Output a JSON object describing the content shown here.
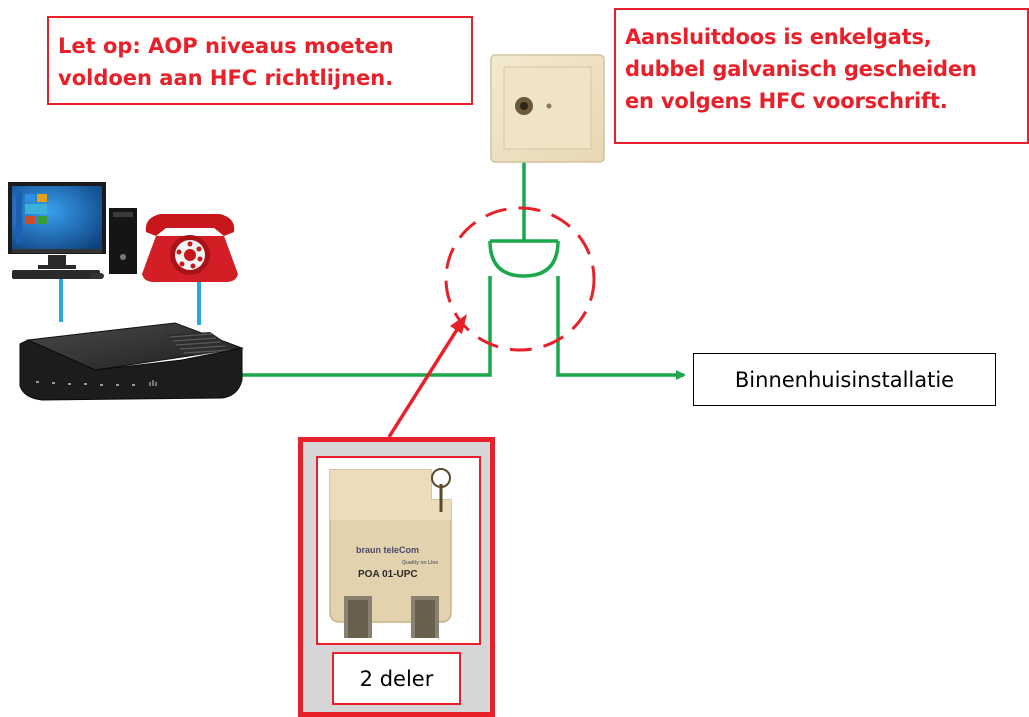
{
  "notes": {
    "left": [
      "Let op: AOP niveaus moeten",
      "voldoen aan HFC richtlijnen."
    ],
    "right": [
      "Aansluitdoos is enkelgats,",
      "dubbel galvanisch gescheiden",
      "en volgens HFC voorschrift."
    ]
  },
  "labels": {
    "binnenhuis": "Binnenhuisinstallatie",
    "splitter_name": "2 deler"
  },
  "splitter_photo": {
    "brand": "braun teleCom",
    "tagline": "Quality on Line",
    "model": "POA 01-UPC"
  },
  "icons": {
    "computer": "desktop-computer-icon",
    "phone": "rotary-telephone-icon",
    "modem": "cable-modem-icon",
    "wall_outlet": "coax-wall-outlet-icon",
    "splitter_symbol": "splitter-symbol-icon"
  },
  "colors": {
    "note_red": "#e8202a",
    "cable_green": "#1aa84a",
    "cable_blue": "#29a8e0"
  }
}
